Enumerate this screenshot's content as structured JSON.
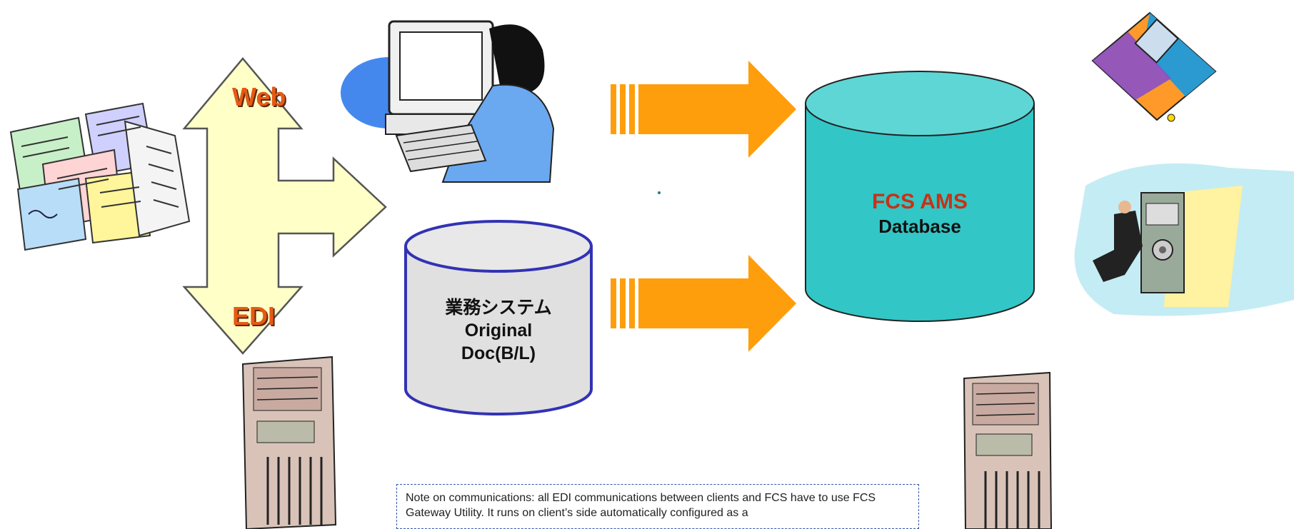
{
  "labels": {
    "web": "Web",
    "edi": "EDI"
  },
  "original_doc_db": {
    "line1": "業務システム",
    "line2": "Original",
    "line3": "Doc(B/L)"
  },
  "fcs_db": {
    "title": "FCS AMS",
    "subtitle": "Database"
  },
  "note": {
    "text": "Note on communications: all EDI communications between clients and FCS have to use FCS Gateway Utility. It runs on client’s side automatically configured as a"
  },
  "colors": {
    "arrow_orange": "#ff9e0c",
    "double_arrow_fill": "#ffffc8",
    "fcs_db_fill": "#3ec8c8",
    "doc_db_fill": "#e0e0e0",
    "doc_db_stroke": "#3232b4",
    "label_orange": "#e65a14",
    "fcs_title": "#c83214"
  },
  "icons": [
    "documents-icon",
    "woman-at-computer-icon",
    "floppy-disk-icon",
    "runner-door-icon",
    "server-tower-icon"
  ]
}
